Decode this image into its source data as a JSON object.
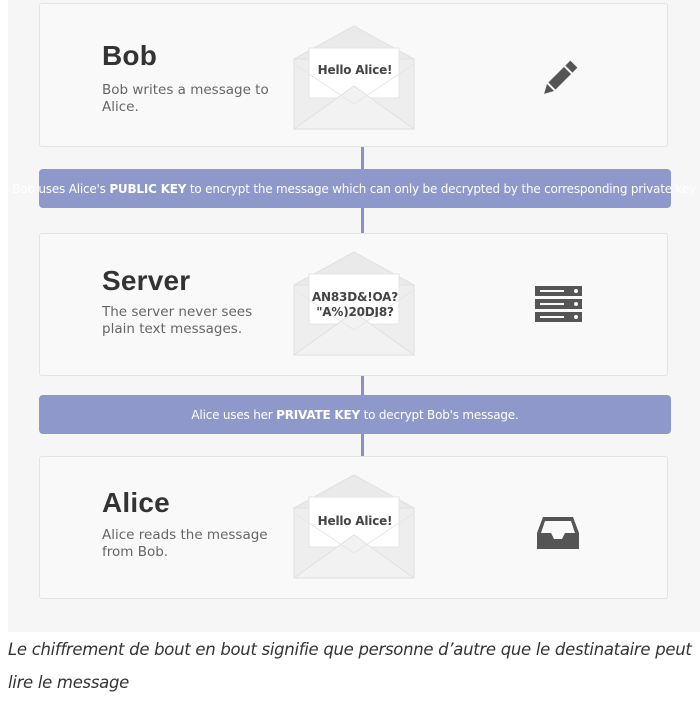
{
  "steps": [
    {
      "title": "Bob",
      "description": "Bob writes a message to Alice.",
      "envelope_text": "Hello Alice!",
      "icon": "pencil-icon"
    },
    {
      "title": "Server",
      "description": "The server never sees plain text messages.",
      "envelope_text_line1": "AN83D&!OA?",
      "envelope_text_line2": "\"A%)20DJ8?",
      "icon": "server-icon"
    },
    {
      "title": "Alice",
      "description": "Alice reads the message from Bob.",
      "envelope_text": "Hello Alice!",
      "icon": "inbox-icon"
    }
  ],
  "banners": [
    {
      "prefix": "Bob uses Alice's ",
      "emphasis": "PUBLIC KEY",
      "suffix": " to encrypt the message which can only be decrypted by the corresponding private key."
    },
    {
      "prefix": "Alice uses her ",
      "emphasis": "PRIVATE KEY",
      "suffix": " to decrypt Bob's message."
    }
  ],
  "caption": "Le chiffrement de bout en bout signifie que personne d’autre que le destinataire peut lire le message",
  "colors": {
    "banner": "#8f98cb",
    "connector": "#8a91c6",
    "icon": "#555555"
  }
}
